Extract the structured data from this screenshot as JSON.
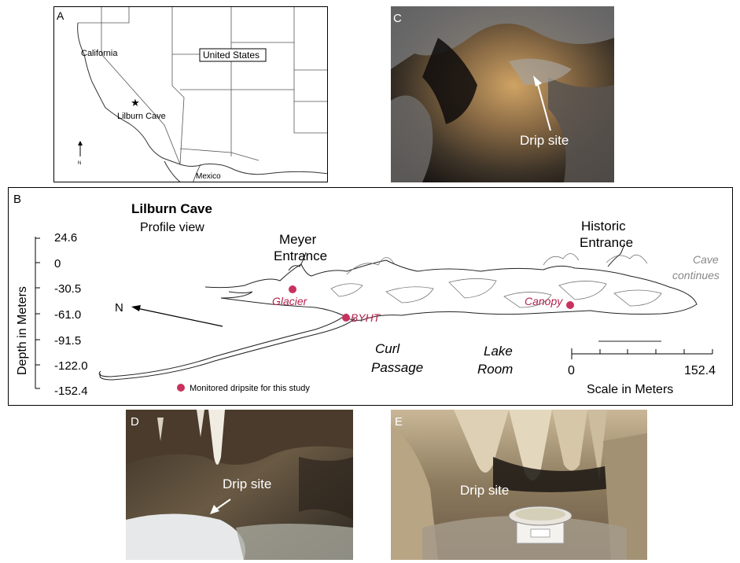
{
  "panels": {
    "a": {
      "letter": "A",
      "labels": {
        "california": "California",
        "united_states": "United States",
        "lilburn_cave": "Lilburn Cave",
        "mexico": "Mexico",
        "north": "N"
      }
    },
    "b": {
      "letter": "B",
      "title": "Lilburn Cave",
      "subtitle": "Profile view",
      "depth_axis_label": "Depth in Meters",
      "depth_ticks": [
        "24.6",
        "0",
        "-30.5",
        "-61.0",
        "-91.5",
        "-122.0",
        "-152.4"
      ],
      "north": "N",
      "entrances": {
        "meyer_line1": "Meyer",
        "meyer_line2": "Entrance",
        "historic_line1": "Historic",
        "historic_line2": "Entrance"
      },
      "cave_continues_line1": "Cave",
      "cave_continues_line2": "continues",
      "passages": {
        "curl_line1": "Curl",
        "curl_line2": "Passage",
        "lake_line1": "Lake",
        "lake_line2": "Room"
      },
      "dripsites": [
        "Glacier",
        "BYHT",
        "Canopy"
      ],
      "legend": "Monitored dripsite for this study",
      "scale": {
        "start": "0",
        "end": "152.4",
        "label": "Scale in Meters"
      },
      "colors": {
        "dripsite": "#c8325e",
        "cave_continues": "#888888"
      }
    },
    "c": {
      "letter": "C",
      "annotation": "Drip site"
    },
    "d": {
      "letter": "D",
      "annotation": "Drip site"
    },
    "e": {
      "letter": "E",
      "annotation": "Drip site"
    }
  }
}
